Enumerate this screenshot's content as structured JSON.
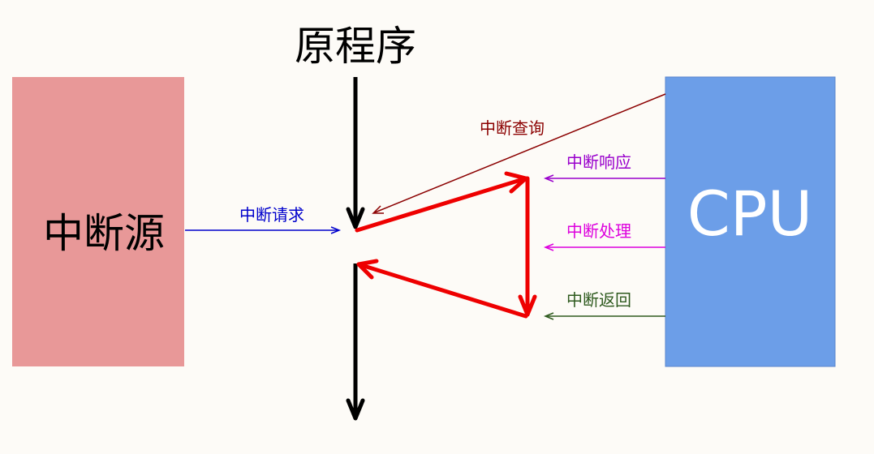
{
  "title": "原程序",
  "source_box": {
    "label": "中断源",
    "color": "#e89898"
  },
  "cpu_box": {
    "label": "CPU",
    "color": "#6c9ee8",
    "label_color": "#ffffff"
  },
  "arrows": {
    "request": {
      "label": "中断请求",
      "color": "#0000cc"
    },
    "query": {
      "label": "中断查询",
      "color": "#8b0000"
    },
    "respond": {
      "label": "中断响应",
      "color": "#9900cc"
    },
    "handle": {
      "label": "中断处理",
      "color": "#dd00dd"
    },
    "return": {
      "label": "中断返回",
      "color": "#2e5a1e"
    }
  },
  "flow_color": "#ee0000",
  "main_line_color": "#000000"
}
